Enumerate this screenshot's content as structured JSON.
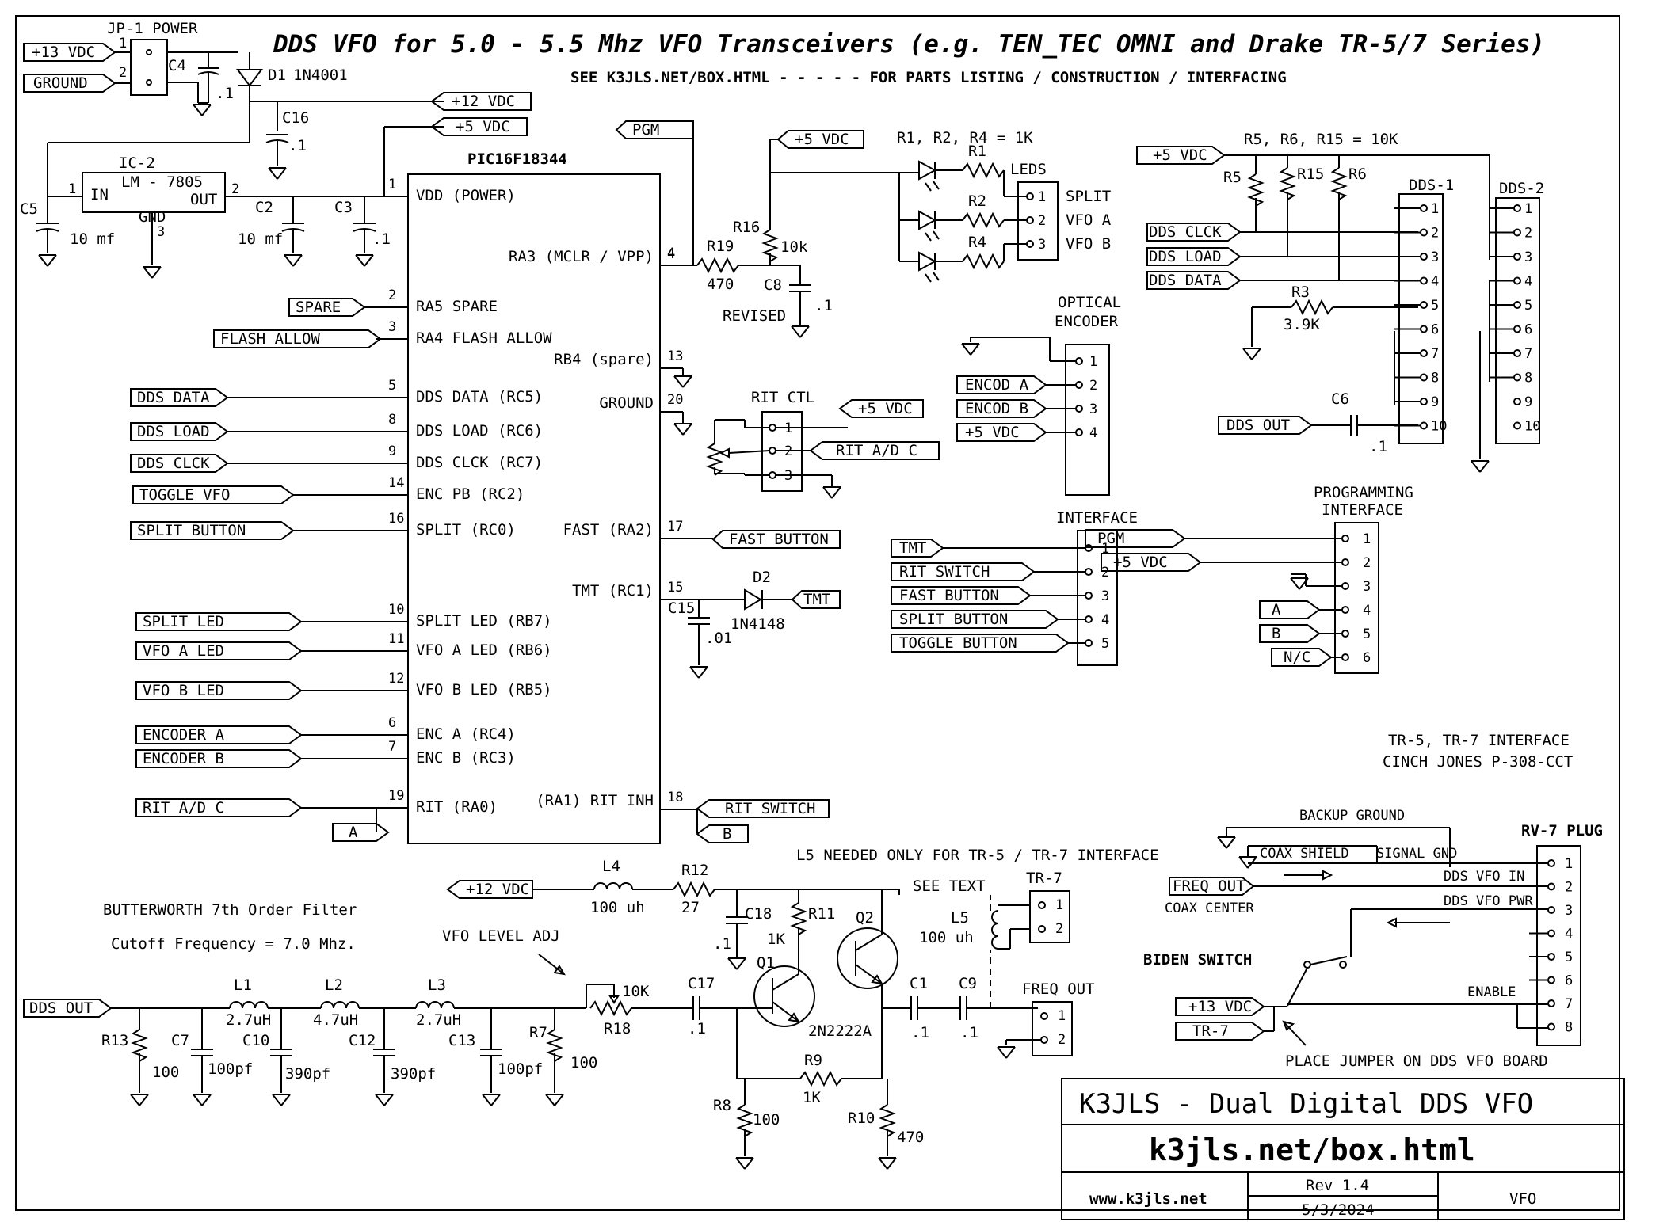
{
  "title": "DDS VFO for 5.0 - 5.5 Mhz VFO Transceivers (e.g. TEN_TEC OMNI and Drake TR-5/7 Series)",
  "subtitle": "SEE  K3JLS.NET/BOX.HTML - - - - - FOR PARTS LISTING / CONSTRUCTION / INTERFACING",
  "power": {
    "jp1": "JP-1 POWER",
    "v13": "+13 VDC",
    "ground": "GROUND",
    "c4": "C4",
    "c4v": ".1",
    "d1": "D1",
    "d1p": "1N4001",
    "v12": "+12 VDC",
    "c16": "C16",
    "c16v": ".1",
    "v5": "+5 VDC",
    "ic2": "IC-2",
    "ic2p": "LM - 7805",
    "in": "IN",
    "out": "OUT",
    "gnd": "GND",
    "c5": "C5",
    "c5v": "10 mf",
    "c2": "C2",
    "c2v": "10 mf",
    "c3": "C3",
    "c3v": ".1",
    "pin1": "1",
    "pin2": "2",
    "pin3": "3"
  },
  "pic": {
    "name": "PIC16F18344",
    "pins_left": [
      {
        "num": "1",
        "label": "VDD (POWER)"
      },
      {
        "num": "2",
        "label": "RA5 SPARE"
      },
      {
        "num": "3",
        "label": "RA4 FLASH ALLOW"
      },
      {
        "num": "5",
        "label": "DDS DATA (RC5)"
      },
      {
        "num": "8",
        "label": "DDS LOAD (RC6)"
      },
      {
        "num": "9",
        "label": "DDS CLCK (RC7)"
      },
      {
        "num": "14",
        "label": "ENC PB (RC2)"
      },
      {
        "num": "16",
        "label": "SPLIT (RC0)"
      },
      {
        "num": "10",
        "label": "SPLIT LED (RB7)"
      },
      {
        "num": "11",
        "label": "VFO A LED (RB6)"
      },
      {
        "num": "12",
        "label": "VFO B LED (RB5)"
      },
      {
        "num": "6",
        "label": "ENC A (RC4)"
      },
      {
        "num": "7",
        "label": "ENC B (RC3)"
      },
      {
        "num": "19",
        "label": "RIT (RA0)"
      }
    ],
    "pins_right": [
      {
        "num": "4",
        "label": "RA3 (MCLR / VPP)"
      },
      {
        "num": "13",
        "label": "RB4 (spare)"
      },
      {
        "num": "20",
        "label": "GROUND"
      },
      {
        "num": "17",
        "label": "FAST (RA2)"
      },
      {
        "num": "15",
        "label": "TMT (RC1)"
      },
      {
        "num": "18",
        "label": "(RA1) RIT INH"
      }
    ],
    "left_flags": [
      "SPARE",
      "FLASH ALLOW",
      "DDS DATA",
      "DDS LOAD",
      "DDS CLCK",
      "TOGGLE VFO",
      "SPLIT BUTTON",
      "SPLIT LED",
      "VFO A  LED",
      "VFO B  LED",
      "ENCODER A",
      "ENCODER B",
      "RIT A/D C",
      "A"
    ],
    "right_flags": [
      "PGM",
      "FAST BUTTON",
      "TMT",
      "RIT SWITCH",
      "B"
    ]
  },
  "mclr": {
    "r19": "R19",
    "r19v": "470",
    "r16": "R16",
    "r16v": "10k",
    "c8": "C8",
    "c8v": ".1",
    "revised": "REVISED",
    "v5": "+5 VDC"
  },
  "tmt": {
    "d2": "D2",
    "d2p": "1N4148",
    "c15": "C15",
    "c15v": ".01"
  },
  "leds": {
    "note": "R1, R2, R4 = 1K",
    "v5": "+5 VDC",
    "r1": "R1",
    "r2": "R2",
    "r4": "R4",
    "title": "LEDS",
    "pins": [
      "SPLIT",
      "VFO A",
      "VFO B"
    ]
  },
  "dds": {
    "note": "R5, R6, R15 = 10K",
    "v5": "+5 VDC",
    "r5": "R5",
    "r15": "R15",
    "r6": "R6",
    "r3": "R3",
    "r3v": "3.9K",
    "c6": "C6",
    "c6v": ".1",
    "dds1": "DDS-1",
    "dds2": "DDS-2",
    "flags": [
      "DDS CLCK",
      "DDS LOAD",
      "DDS DATA",
      "DDS OUT"
    ],
    "pins": [
      "1",
      "2",
      "3",
      "4",
      "5",
      "6",
      "7",
      "8",
      "9",
      "10"
    ]
  },
  "optical": {
    "title1": "OPTICAL",
    "title2": "ENCODER",
    "flags": [
      "ENCOD A",
      "ENCOD B",
      "+5 VDC"
    ],
    "pins": [
      "1",
      "2",
      "3",
      "4"
    ]
  },
  "rit": {
    "title": "RIT CTL",
    "v5": "+5 VDC",
    "flag": "RIT A/D C",
    "pins": [
      "1",
      "2",
      "3"
    ]
  },
  "interface": {
    "title": "INTERFACE",
    "flags": [
      "TMT",
      "RIT SWITCH",
      "FAST BUTTON",
      "SPLIT BUTTON",
      "TOGGLE BUTTON"
    ],
    "pins": [
      "1",
      "2",
      "3",
      "4",
      "5"
    ]
  },
  "programming": {
    "title1": "PROGRAMMING",
    "title2": "INTERFACE",
    "flags": [
      "PGM",
      "+5 VDC",
      "A",
      "B",
      "N/C"
    ],
    "pins": [
      "1",
      "2",
      "3",
      "4",
      "5",
      "6"
    ]
  },
  "tr": {
    "title1": "TR-5, TR-7 INTERFACE",
    "title2": "CINCH JONES P-308-CCT",
    "backup": "BACKUP GROUND",
    "coax": "COAX SHIELD",
    "signal": "SIGNAL GND",
    "freqout": "FREQ OUT",
    "coaxcenter": "COAX CENTER",
    "ddsvfoin": "DDS VFO IN",
    "ddsvfopwr": "DDS VFO PWR",
    "biden": "BIDEN SWITCH",
    "enable": "ENABLE",
    "v13": "+13 VDC",
    "tr7": "TR-7",
    "jumper": "PLACE JUMPER ON DDS VFO BOARD",
    "plug": "RV-7 PLUG",
    "pins": [
      "1",
      "2",
      "3",
      "4",
      "5",
      "6",
      "7",
      "8"
    ]
  },
  "filter": {
    "title": "BUTTERWORTH 7th Order Filter",
    "cutoff": "Cutoff Frequency = 7.0 Mhz.",
    "ddsout": "DDS OUT",
    "r13": "R13",
    "r13v": "100",
    "c7": "C7",
    "c7v": "100pf",
    "l1": "L1",
    "l1v": "2.7uH",
    "c10": "C10",
    "c10v": "390pf",
    "l2": "L2",
    "l2v": "4.7uH",
    "c12": "C12",
    "c12v": "390pf",
    "l3": "L3",
    "l3v": "2.7uH",
    "c13": "C13",
    "c13v": "100pf",
    "r7": "R7",
    "r7v": "100"
  },
  "amp": {
    "level": "VFO LEVEL ADJ",
    "r18": "R18",
    "r18v": "10K",
    "c17": "C17",
    "c17v": ".1",
    "v12": "+12 VDC",
    "l4": "L4",
    "l4v": "100 uh",
    "r12": "R12",
    "r12v": "27",
    "c18": "C18",
    "c18v": ".1",
    "r11": "R11",
    "r11v": "1K",
    "q1": "Q1",
    "q2": "Q2",
    "qp": "2N2222A",
    "r9": "R9",
    "r9v": "1K",
    "r8": "R8",
    "r8v": "100",
    "r10": "R10",
    "r10v": "470",
    "c1": "C1",
    "c1v": ".1",
    "c9": "C9",
    "c9v": ".1",
    "l5note": "L5 NEEDED ONLY FOR TR-5 / TR-7 INTERFACE",
    "seetext": "SEE TEXT",
    "l5": "L5",
    "l5v": "100 uh",
    "tr7": "TR-7",
    "freqout": "FREQ OUT",
    "pins": [
      "1",
      "2"
    ]
  },
  "titleblock": {
    "name": "K3JLS - Dual Digital DDS VFO",
    "url": "k3jls.net/box.html",
    "www": "www.k3jls.net",
    "rev": "Rev 1.4",
    "date": "5/3/2024",
    "sheet": "VFO"
  }
}
